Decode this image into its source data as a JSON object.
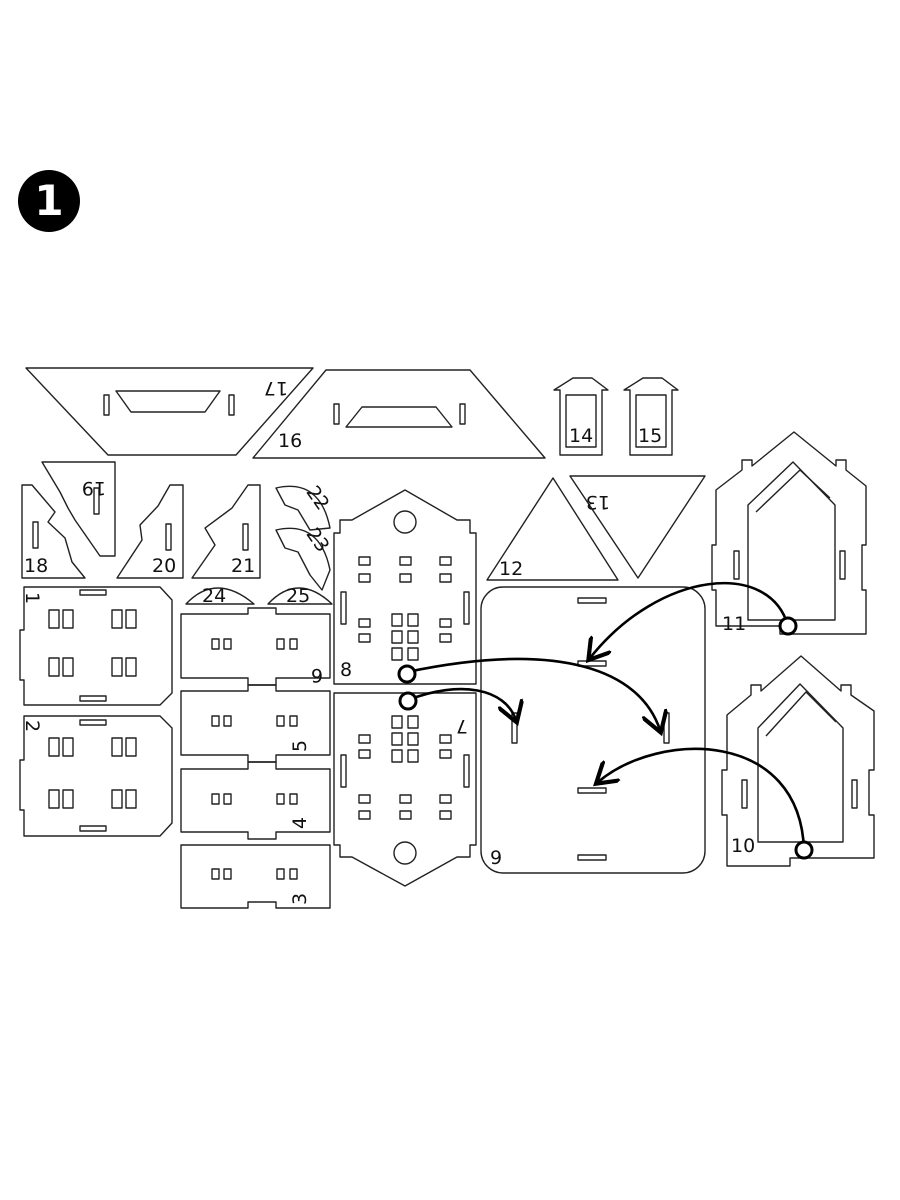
{
  "step": {
    "number": "1"
  },
  "parts": {
    "p1": "1",
    "p2": "2",
    "p3": "3",
    "p4": "4",
    "p5": "5",
    "p6": "6",
    "p7": "7",
    "p8": "8",
    "p9": "9",
    "p10": "10",
    "p11": "11",
    "p12": "12",
    "p13": "13",
    "p14": "14",
    "p15": "15",
    "p16": "16",
    "p17": "17",
    "p18": "18",
    "p19": "19",
    "p20": "20",
    "p21": "21",
    "p22": "22",
    "p23": "23",
    "p24": "24",
    "p25": "25"
  },
  "colors": {
    "stroke": "#222222",
    "badge": "#000000",
    "background": "#ffffff"
  }
}
